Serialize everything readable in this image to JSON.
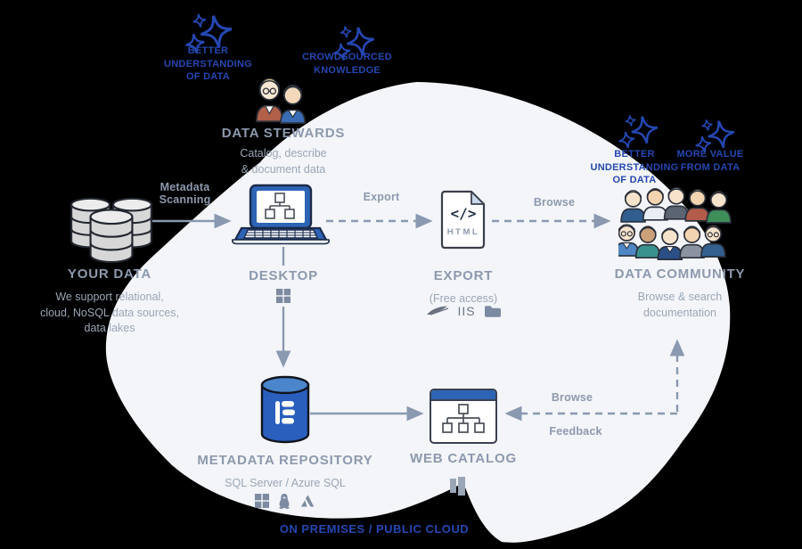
{
  "badges": [
    {
      "label": "BETTER\nUNDERSTANDING\nOF DATA"
    },
    {
      "label": "CROWDSOURCED\nKNOWLEDGE"
    },
    {
      "label": "BETTER\nUNDERSTANDING\nOF DATA"
    },
    {
      "label": "MORE VALUE\nFROM DATA"
    }
  ],
  "nodes": {
    "stewards": {
      "title": "DATA STEWARDS",
      "subtitle": "Catalog, describe\n& document data"
    },
    "your_data": {
      "title": "YOUR DATA",
      "subtitle": "We support relational,\ncloud, NoSQL data sources,\ndata lakes"
    },
    "desktop": {
      "title": "DESKTOP"
    },
    "export": {
      "title": "EXPORT",
      "subtitle": "(Free access)",
      "server": "IIS"
    },
    "community": {
      "title": "DATA COMMUNITY",
      "subtitle": "Browse & search\ndocumentation"
    },
    "repository": {
      "title": "METADATA REPOSITORY",
      "subtitle": "SQL Server / Azure SQL"
    },
    "web_catalog": {
      "title": "WEB CATALOG"
    }
  },
  "edges": {
    "metadata_scanning": "Metadata\nScanning",
    "export": "Export",
    "browse_top": "Browse",
    "browse_bottom": "Browse",
    "feedback": "Feedback"
  },
  "export_file": {
    "code": "</>",
    "format": "HTML"
  },
  "footer": "ON PREMISES / PUBLIC CLOUD",
  "colors": {
    "accent_blue": "#2547b2",
    "node_blue": "#2d64b5",
    "heading_gray": "#8d99ad",
    "subtitle_gray": "#9aa6b6",
    "arrow_gray": "#8a99b0",
    "blob": "#f3f5f9"
  }
}
